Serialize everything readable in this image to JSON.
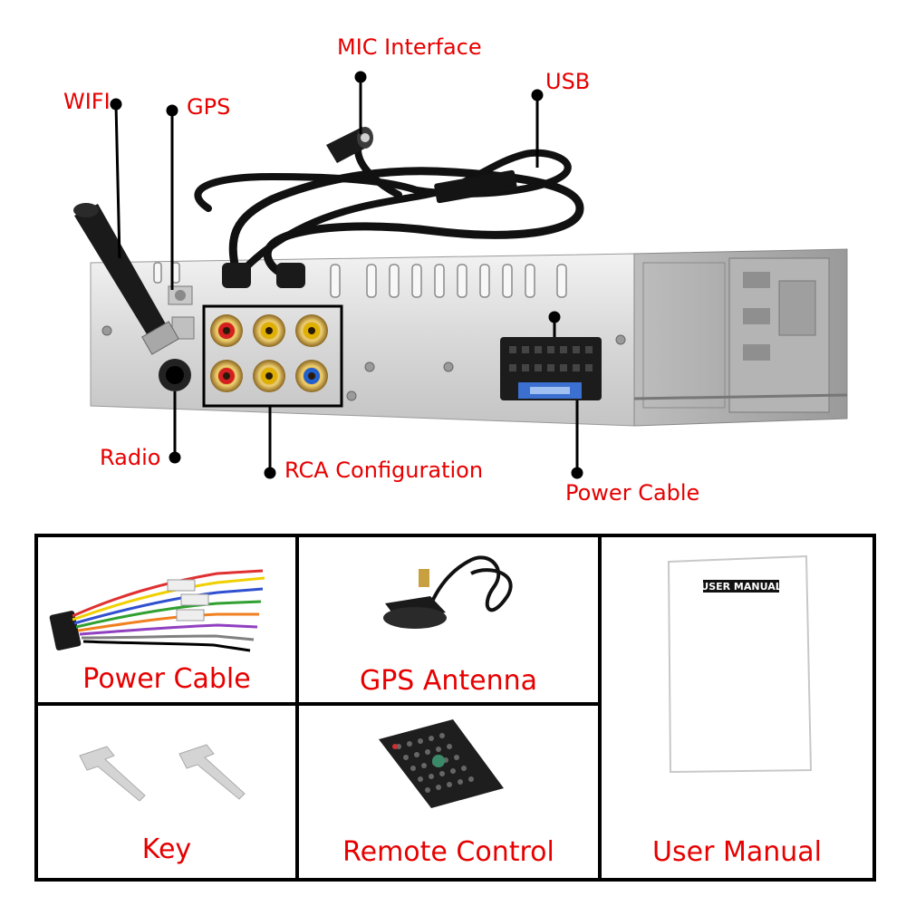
{
  "callouts": {
    "mic": "MIC Interface",
    "usb": "USB",
    "wifi": "WIFI",
    "gps": "GPS",
    "radio": "Radio",
    "rca": "RCA Configuration",
    "power": "Power Cable"
  },
  "accessories": [
    {
      "label": "Power Cable",
      "icon": "wire-harness-icon"
    },
    {
      "label": "GPS Antenna",
      "icon": "gps-antenna-icon"
    },
    {
      "label": "User Manual",
      "icon": "user-manual-icon"
    },
    {
      "label": "Key",
      "icon": "removal-key-icon"
    },
    {
      "label": "Remote Control",
      "icon": "remote-control-icon"
    }
  ],
  "manual_cover_text": "USER MANUAL",
  "colors": {
    "callout_text": "#e60000",
    "rca_red": "#d42020",
    "rca_yellow": "#e0b000",
    "rca_blue": "#2060d0",
    "chassis": "#d9d9d9"
  }
}
